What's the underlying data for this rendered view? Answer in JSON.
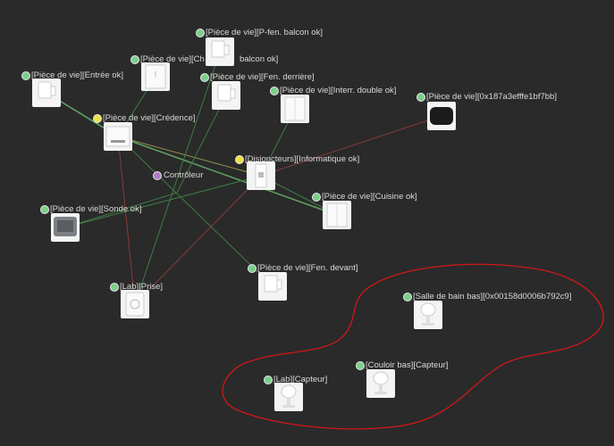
{
  "colors": {
    "background": "#2a2a2a",
    "status_ok": "#7ccf8a",
    "status_warn": "#e9e24a",
    "status_coordinator": "#b07cc6",
    "link_good": "#3f7a45",
    "link_strong": "#5fa062",
    "link_weak": "#8a3a3a",
    "link_medium": "#8e8a4a",
    "group_outline": "#d01818"
  },
  "nodes": [
    {
      "id": "balcon",
      "label": "[Pièce de vie][P-fen. balcon ok]",
      "status": "ok",
      "icon": "contact-sensor-icon"
    },
    {
      "id": "chem",
      "label": "[Pièce de vie][Ch…",
      "status": "ok",
      "icon": "wall-switch-icon"
    },
    {
      "id": "chem2",
      "label": "balcon ok]",
      "status": "none",
      "icon": ""
    },
    {
      "id": "entree",
      "label": "[Pièce de vie][Entrée ok]",
      "status": "ok",
      "icon": "contact-sensor-icon"
    },
    {
      "id": "fenderr",
      "label": "[Pièce de vie][Fen. derrière]",
      "status": "ok",
      "icon": "contact-sensor-icon"
    },
    {
      "id": "interr",
      "label": "[Pièce de vie][Interr. double ok]",
      "status": "ok",
      "icon": "wall-switch-icon"
    },
    {
      "id": "ir",
      "label": "[Pièce de vie][0x187a3efffe1bf7bb]",
      "status": "ok",
      "icon": "ir-hub-icon"
    },
    {
      "id": "credence",
      "label": "[Pièce de vie][Crédence]",
      "status": "warn",
      "icon": "relay-module-icon"
    },
    {
      "id": "disj",
      "label": "[Disjoncteurs][Informatique ok]",
      "status": "warn",
      "icon": "din-breaker-icon"
    },
    {
      "id": "ctrl",
      "label": "Contrôleur",
      "status": "coordinator",
      "icon": ""
    },
    {
      "id": "cuisine",
      "label": "[Pièce de vie][Cuisine ok]",
      "status": "ok",
      "icon": "wall-switch-icon"
    },
    {
      "id": "sonde",
      "label": "[Pièce de vie][Sonde ok]",
      "status": "ok",
      "icon": "thermo-hygrometer-icon"
    },
    {
      "id": "fendev",
      "label": "[Pièce de vie][Fen. devant]",
      "status": "ok",
      "icon": "contact-sensor-icon"
    },
    {
      "id": "prise",
      "label": "[Lab][Prise]",
      "status": "ok",
      "icon": "smart-plug-icon"
    },
    {
      "id": "sdb",
      "label": "[Salle de bain bas][0x00158d0006b792c9]",
      "status": "ok",
      "icon": "motion-sensor-icon"
    },
    {
      "id": "couloir",
      "label": "[Couloir bas][Capteur]",
      "status": "ok",
      "icon": "motion-sensor-icon"
    },
    {
      "id": "labcapt",
      "label": "[Lab][Capteur]",
      "status": "ok",
      "icon": "motion-sensor-icon"
    }
  ],
  "links": [
    {
      "from": "entree",
      "to": "credence",
      "quality": "strong"
    },
    {
      "from": "chem",
      "to": "credence",
      "quality": "good"
    },
    {
      "from": "credence",
      "to": "disj",
      "quality": "medium"
    },
    {
      "from": "credence",
      "to": "cuisine",
      "quality": "strong"
    },
    {
      "from": "credence",
      "to": "fendev",
      "quality": "good"
    },
    {
      "from": "credence",
      "to": "prise",
      "quality": "weak"
    },
    {
      "from": "fenderr",
      "to": "ctrl",
      "quality": "good"
    },
    {
      "from": "balcon",
      "to": "prise",
      "quality": "good"
    },
    {
      "from": "interr",
      "to": "disj",
      "quality": "good"
    },
    {
      "from": "ir",
      "to": "disj",
      "quality": "weak"
    },
    {
      "from": "disj",
      "to": "sonde",
      "quality": "good"
    },
    {
      "from": "disj",
      "to": "prise",
      "quality": "weak"
    },
    {
      "from": "disj",
      "to": "cuisine",
      "quality": "good"
    },
    {
      "from": "ctrl",
      "to": "sonde",
      "quality": "good"
    }
  ]
}
